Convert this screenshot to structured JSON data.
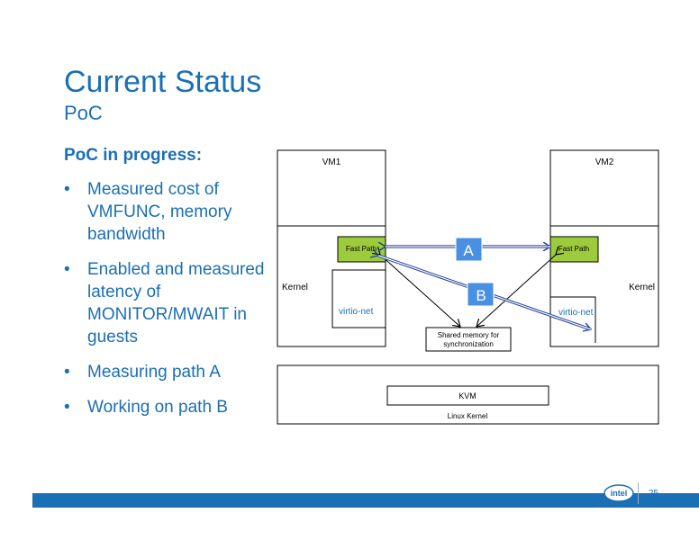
{
  "slide": {
    "title": "Current Status",
    "subtitle": "PoC",
    "heading": "PoC in progress:",
    "bullets": [
      "Measured cost of VMFUNC, memory bandwidth",
      "Enabled and measured latency of MONITOR/MWAIT in guests",
      "Measuring path A",
      "Working on path B"
    ],
    "page_number": "25",
    "logo_text": "intel"
  },
  "diagram": {
    "vm1_label": "VM1",
    "vm2_label": "VM2",
    "kernel_left": "Kernel",
    "kernel_right": "Kernel",
    "fast_path_left": "Fast Path",
    "fast_path_right": "Fast Path",
    "virtio_left": "virtio-net",
    "virtio_right": "virtio-net",
    "shared_memory_line1": "Shared memory for",
    "shared_memory_line2": "synchronization",
    "kvm_label": "KVM",
    "linux_kernel_label": "Linux Kernel",
    "path_a": "A",
    "path_b": "B"
  },
  "colors": {
    "accent": "#1a6fb5",
    "fast_path_fill": "#9ccb3c",
    "path_badge": "#4a90e2"
  }
}
